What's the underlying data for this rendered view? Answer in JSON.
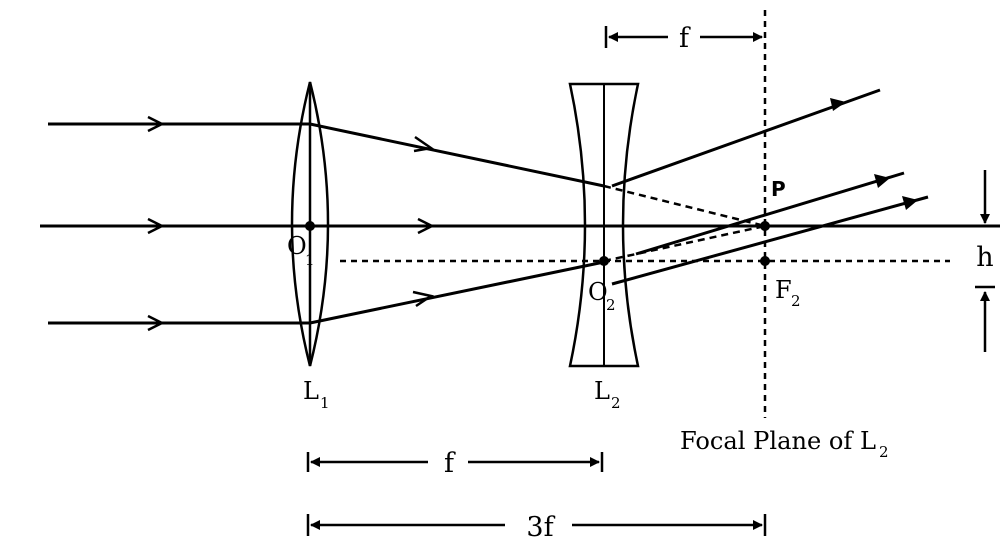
{
  "labels": {
    "dist_top": "f",
    "dist_mid": "f",
    "dist_bottom": "3f",
    "offset_h": "h",
    "point_p": "P",
    "o1_main": "O",
    "o1_sub": "1",
    "o2_main": "O",
    "o2_sub": "2",
    "f2_main": "F",
    "f2_sub": "2",
    "l1_main": "L",
    "l1_sub": "1",
    "l2_main": "L",
    "l2_sub": "2",
    "focal_plane_main": "Focal Plane of L",
    "focal_plane_sub": "2"
  },
  "colors": {
    "ink": "#000000",
    "background": "#ffffff"
  }
}
